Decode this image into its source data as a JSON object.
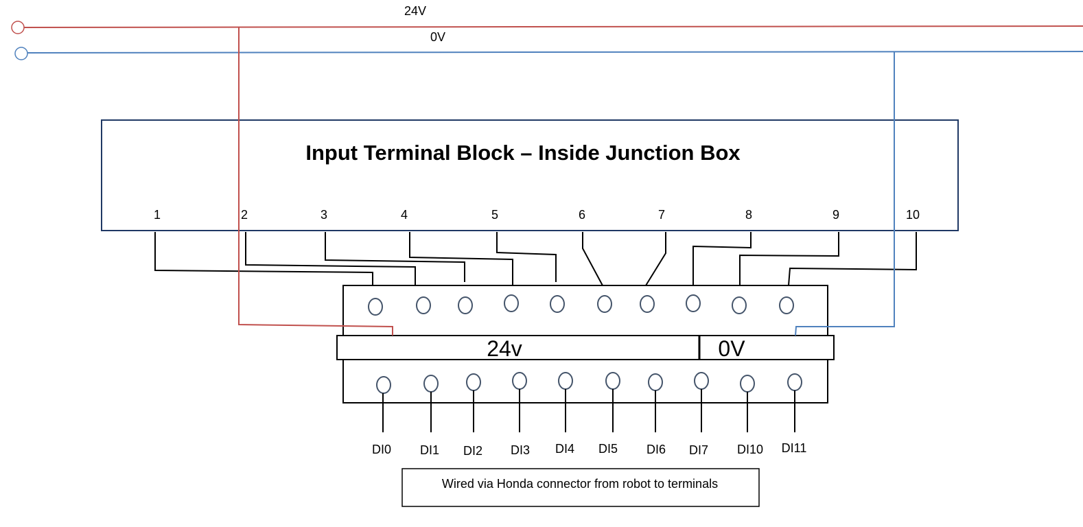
{
  "rails": {
    "positive_label": "24V",
    "negative_label": "0V",
    "positive_color": "#c0504d",
    "negative_color": "#4f81bd"
  },
  "junction_box": {
    "title": "Input Terminal Block – Inside Junction Box",
    "terminals": [
      "1",
      "2",
      "3",
      "4",
      "5",
      "6",
      "7",
      "8",
      "9",
      "10"
    ]
  },
  "terminal_module": {
    "bus_24v_label": "24v",
    "bus_0v_label": "0V",
    "inputs": [
      "DI0",
      "DI1",
      "DI2",
      "DI3",
      "DI4",
      "DI5",
      "DI6",
      "DI7",
      "DI10",
      "DI11"
    ]
  },
  "note": {
    "text": "Wired via Honda connector from robot to terminals"
  },
  "colors": {
    "line": "#000000",
    "border": "#1f3864",
    "terminal_stroke": "#44546a"
  }
}
